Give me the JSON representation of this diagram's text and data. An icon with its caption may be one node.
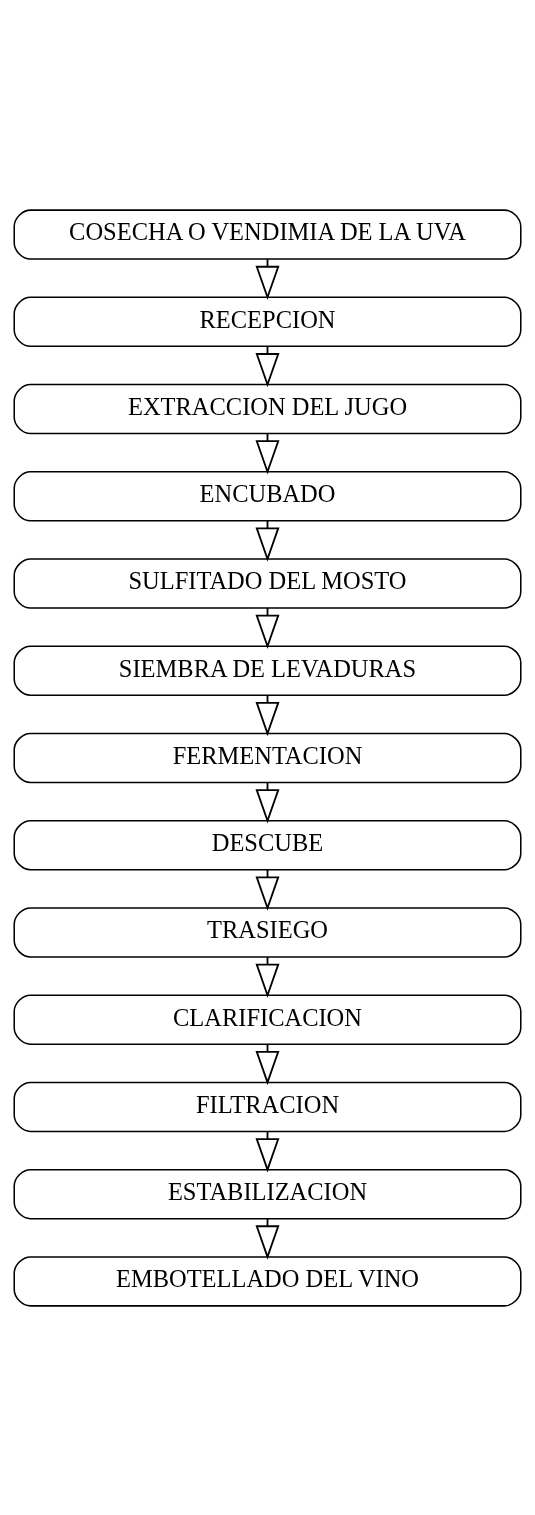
{
  "diagram": {
    "nodes": [
      {
        "text": [
          "COSECHA O VENDIMIA DE LA UVA"
        ]
      },
      {
        "text": [
          "RECEPCION"
        ]
      },
      {
        "text": [
          "EXTRACCION DEL JUGO"
        ]
      },
      {
        "text": [
          "ENCUBADO"
        ]
      },
      {
        "text": [
          "SULFITADO DEL MOSTO"
        ]
      },
      {
        "text": [
          "SIEMBRA DE LEVADURAS"
        ]
      },
      {
        "text": [
          "FERMENTACION"
        ]
      },
      {
        "text": [
          "DESCUBE"
        ]
      },
      {
        "text": [
          "TRASIEGO"
        ]
      },
      {
        "text": [
          "CLARIFICACION"
        ]
      },
      {
        "text": [
          "FILTRACION"
        ]
      },
      {
        "text": [
          "ESTABILIZACION"
        ]
      },
      {
        "text": [
          "EMBOTELLADO DEL VINO"
        ]
      }
    ],
    "edges": [
      {
        "from": 0,
        "to": 1,
        "arrow": "to"
      },
      {
        "from": 1,
        "to": 2,
        "arrow": "to"
      },
      {
        "from": 2,
        "to": 3,
        "arrow": "to"
      },
      {
        "from": 3,
        "to": 4,
        "arrow": "to"
      },
      {
        "from": 4,
        "to": 5,
        "arrow": "to"
      },
      {
        "from": 5,
        "to": 6,
        "arrow": "to"
      },
      {
        "from": 6,
        "to": 7,
        "arrow": "to"
      },
      {
        "from": 7,
        "to": 8,
        "arrow": "to"
      },
      {
        "from": 8,
        "to": 9,
        "arrow": "to"
      },
      {
        "from": 9,
        "to": 10,
        "arrow": "to"
      },
      {
        "from": 10,
        "to": 11,
        "arrow": "to"
      },
      {
        "from": 11,
        "to": 12,
        "arrow": "to"
      }
    ]
  }
}
